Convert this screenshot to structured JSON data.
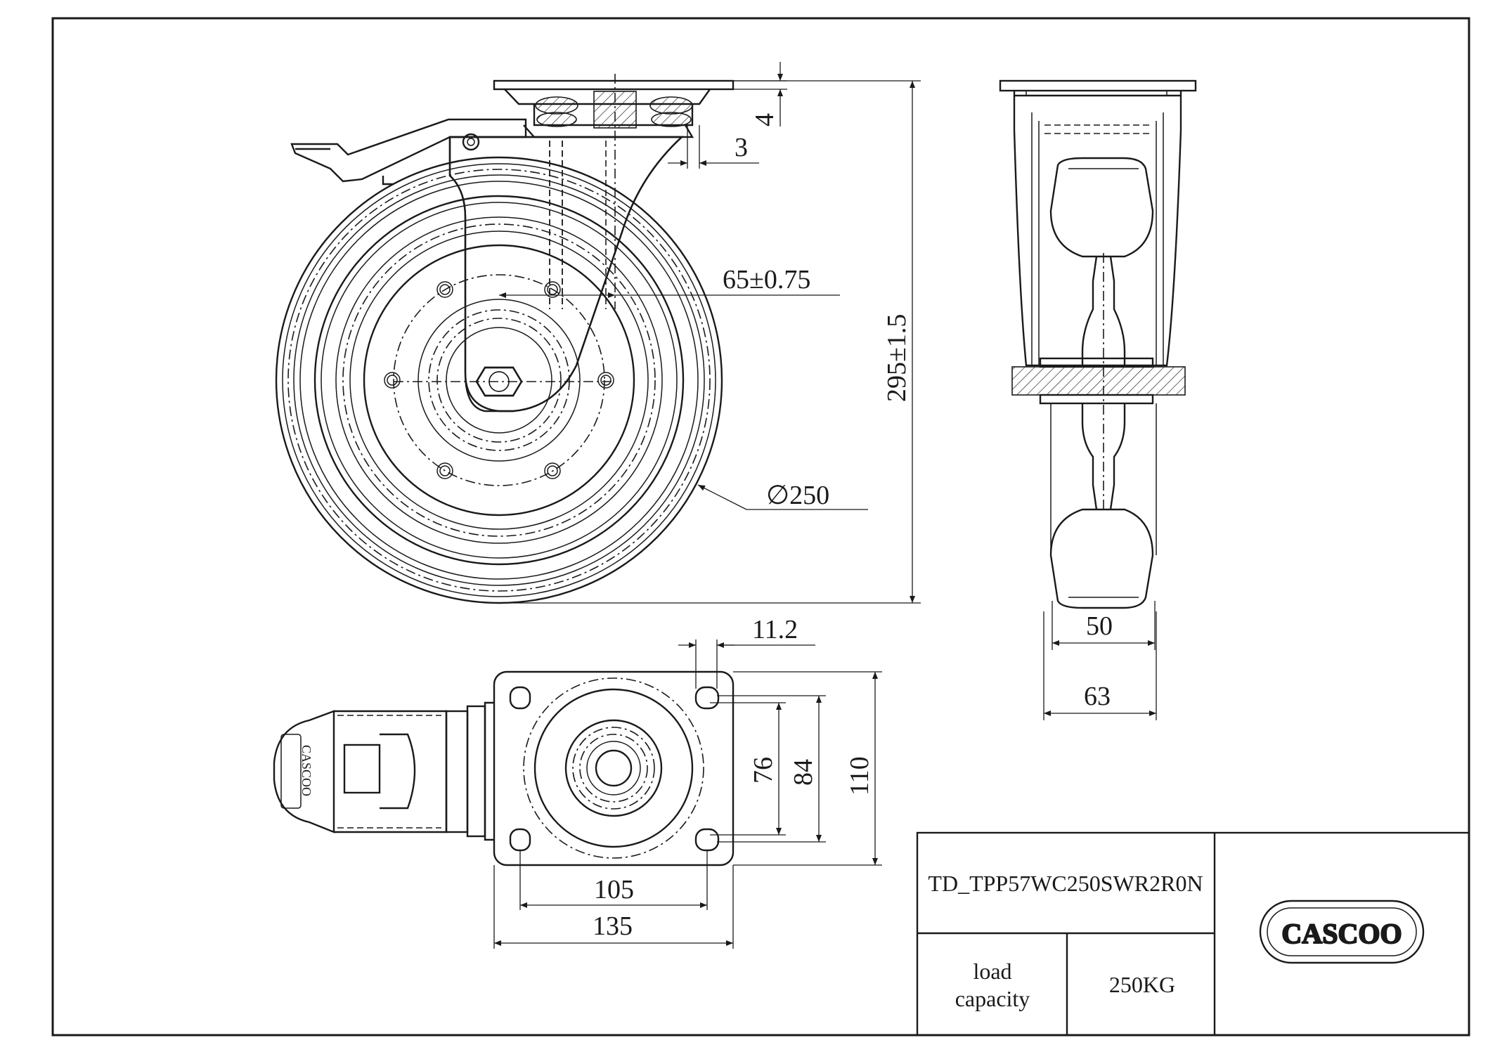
{
  "dimensions": {
    "plate_thickness": "4",
    "offset_3": "3",
    "swivel_offset": "65±0.75",
    "overall_height": "295±1.5",
    "wheel_diameter": "∅250",
    "hole_diameter": "11.2",
    "hole_spacing_x": "105",
    "plate_width": "135",
    "hole_spacing_y_inner": "76",
    "hole_spacing_y_outer": "84",
    "plate_length": "110",
    "tread_width": "50",
    "fork_width": "63"
  },
  "brake_label": "CASCOO",
  "title_block": {
    "part_number": "TD_TPP57WC250SWR2R0N",
    "load_label_line1": "load",
    "load_label_line2": "capacity",
    "load_value": "250KG",
    "logo_text": "CASCOO"
  }
}
